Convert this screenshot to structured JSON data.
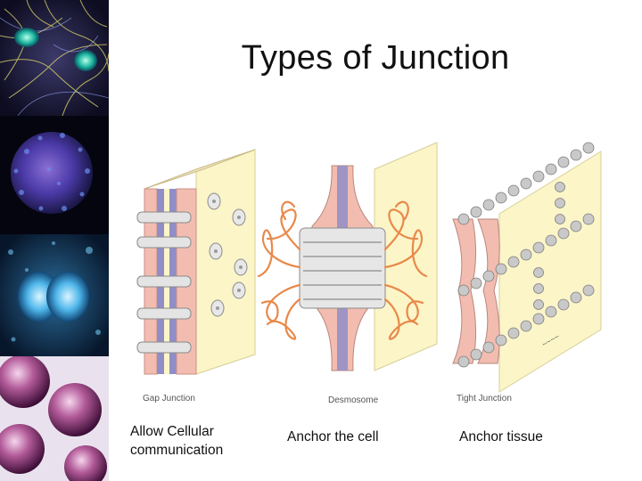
{
  "slide": {
    "title": "Types of Junction"
  },
  "figure": {
    "labels": {
      "gap": "Gap Junction",
      "desmosome": "Desmosome",
      "tight": "Tight Junction"
    }
  },
  "captions": {
    "gap_line1": "Allow Cellular",
    "gap_line2": "communication",
    "desmosome": "Anchor the cell",
    "tight": "Anchor tissue"
  },
  "colors": {
    "membrane_pink": "#f2bdb0",
    "membrane_purple": "#8f8ec8",
    "cytoplasm_yellow": "#fbf5c8",
    "filament_orange": "#e8894a",
    "protein_gray": "#c9c9c9"
  }
}
